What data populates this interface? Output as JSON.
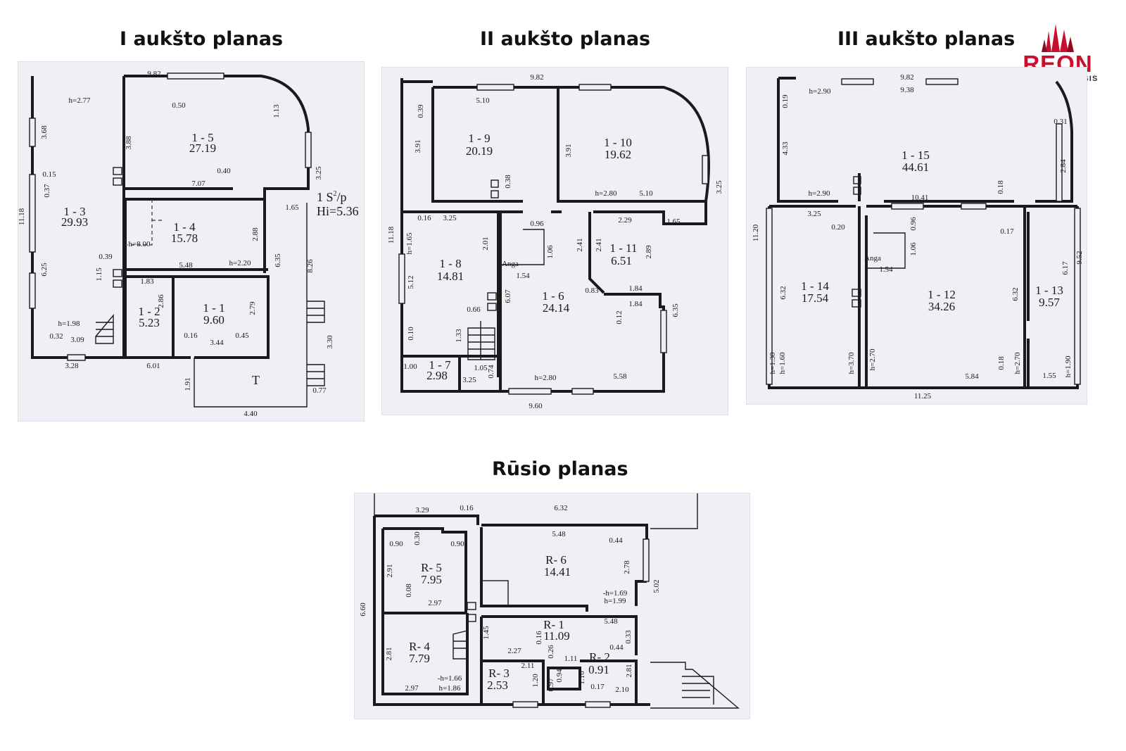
{
  "titles": {
    "floor1": "I aukšto planas",
    "floor2": "II aukšto planas",
    "floor3": "III aukšto planas",
    "basement": "Rūsio planas"
  },
  "logo": {
    "name": "REON",
    "subtitle": "NEKILNOJAMASIS",
    "subtitle2": "TURTAS",
    "color": "#c8102e"
  },
  "floor1": {
    "rooms": [
      {
        "id": "1 - 5",
        "area": "27.19"
      },
      {
        "id": "1 - 3",
        "area": "29.93"
      },
      {
        "id": "1 - 4",
        "area": "15.78"
      },
      {
        "id": "1 - 2",
        "area": "5.23"
      },
      {
        "id": "1 - 1",
        "area": "9.60"
      }
    ],
    "dims": [
      "9.82",
      "h=2.77",
      "3.68",
      "0.15",
      "0.37",
      "11.18",
      "6.25",
      "h=1.98",
      "0.32",
      "3.09",
      "3.28",
      "0.50",
      "3.88",
      "1.13",
      "3.25",
      "0.40",
      "7.07",
      "h=8.00",
      "1.65",
      "2.88",
      "5.48",
      "h=2.20",
      "6.35",
      "8.26",
      "0.39",
      "1.15",
      "1.83",
      "2.86",
      "2.79",
      "0.16",
      "3.44",
      "0.45",
      "6.01",
      "3.30",
      "1.91",
      "0.77",
      "4.40"
    ],
    "label_s": "1 S",
    "label_s_sup": "2",
    "label_s_sub": "/p",
    "label_hi": "Hi=5.36",
    "label_t": "T"
  },
  "floor2": {
    "rooms": [
      {
        "id": "1 - 9",
        "area": "20.19"
      },
      {
        "id": "1 - 10",
        "area": "19.62"
      },
      {
        "id": "1 - 8",
        "area": "14.81"
      },
      {
        "id": "1 - 6",
        "area": "24.14"
      },
      {
        "id": "1 - 11",
        "area": "6.51"
      },
      {
        "id": "1 - 7",
        "area": "2.98"
      }
    ],
    "dims": [
      "9.82",
      "5.10",
      "0.39",
      "3.91",
      "3.91",
      "0.38",
      "h=2.80",
      "5.10",
      "3.25",
      "1.65",
      "11.18",
      "0.16",
      "3.25",
      "h=1.65",
      "2.01",
      "0.96",
      "1.06",
      "2.41",
      "2.29",
      "2.41",
      "2.89",
      "Anga",
      "1.54",
      "5.12",
      "0.83",
      "1.84",
      "1.84",
      "6.07",
      "0.66",
      "0.12",
      "6.35",
      "0.10",
      "1.33",
      "1.00",
      "1.05",
      "0.74",
      "3.25",
      "h=2.80",
      "5.58",
      "9.60"
    ]
  },
  "floor3": {
    "rooms": [
      {
        "id": "1 - 15",
        "area": "44.61"
      },
      {
        "id": "1 - 14",
        "area": "17.54"
      },
      {
        "id": "1 - 12",
        "area": "34.26"
      },
      {
        "id": "1 - 13",
        "area": "9.57"
      }
    ],
    "dims": [
      "9.82",
      "h=2.90",
      "9.38",
      "0.19",
      "0.31",
      "4.33",
      "2.84",
      "h=2.90",
      "10.41",
      "0.18",
      "3.25",
      "0.96",
      "11.20",
      "0.20",
      "0.17",
      "9.52",
      "1.06",
      "6.17",
      "Anga",
      "1.54",
      "6.32",
      "6.32",
      "h=1.30",
      "h=1.60",
      "h=3.70",
      "h=2.70",
      "0.18",
      "h=2.70",
      "h=1.90",
      "5.84",
      "1.55",
      "11.25"
    ]
  },
  "basement": {
    "rooms": [
      {
        "id": "R- 5",
        "area": "7.95"
      },
      {
        "id": "R- 6",
        "area": "14.41"
      },
      {
        "id": "R- 1",
        "area": "11.09"
      },
      {
        "id": "R- 4",
        "area": "7.79"
      },
      {
        "id": "R- 3",
        "area": "2.53"
      },
      {
        "id": "R- 2",
        "area": "0.91"
      }
    ],
    "dims": [
      "3.29",
      "0.16",
      "6.32",
      "0.90",
      "0.30",
      "0.90",
      "5.48",
      "0.44",
      "2.91",
      "2.78",
      "5.02",
      "0.08",
      "2.97",
      "-h=1.69",
      "h=1.99",
      "6.60",
      "5.48",
      "1.45",
      "0.16",
      "0.33",
      "2.81",
      "2.27",
      "0.26",
      "0.44",
      "1.11",
      "2.11",
      "0.94",
      "1.10",
      "2.81",
      "-h=1.66",
      "1.20",
      "0.97",
      "2.97",
      "h=1.86",
      "0.17",
      "2.10"
    ]
  }
}
